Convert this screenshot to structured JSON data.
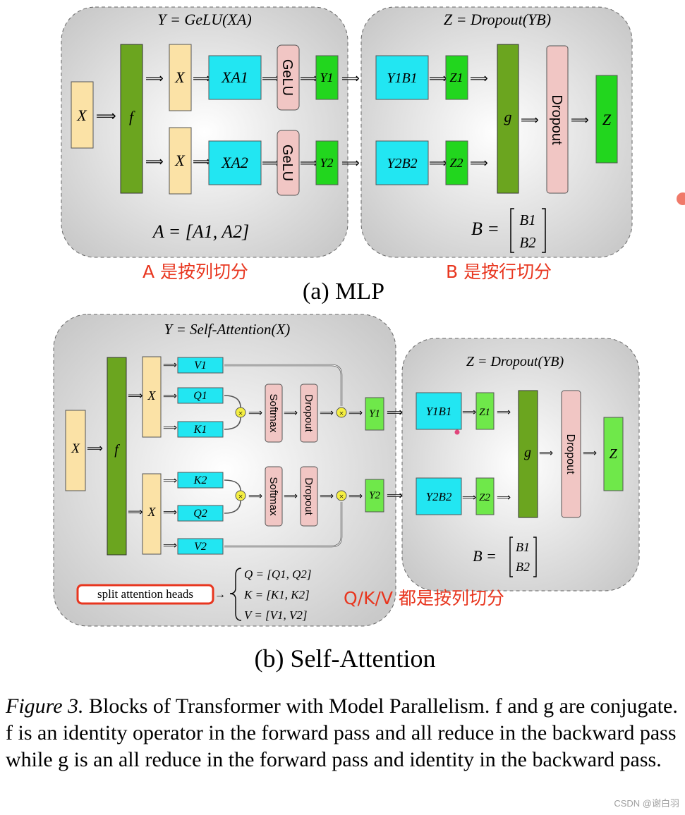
{
  "mlp": {
    "left_title": "Y = GeLU(XA)",
    "right_title": "Z = Dropout(YB)",
    "left_eq": "A = [A1, A2]",
    "right_eq": "B =",
    "x_in": "X",
    "f_label": "f",
    "g_label": "g",
    "x_copy": "X",
    "xa1": "XA1",
    "xa2": "XA2",
    "gelu": "GeLU",
    "y1": "Y1",
    "y2": "Y2",
    "y1b1": "Y1B1",
    "y2b2": "Y2B2",
    "z1": "Z1",
    "z2": "Z2",
    "dropout": "Dropout",
    "z_out": "Z",
    "b1": "B1",
    "b2": "B2",
    "caption": "(a) MLP",
    "note_a": "A 是按列切分",
    "note_b": "B 是按行切分"
  },
  "attn": {
    "left_title": "Y = Self-Attention(X)",
    "right_title": "Z = Dropout(YB)",
    "x_in": "X",
    "f_label": "f",
    "g_label": "g",
    "v1": "V1",
    "q1": "Q1",
    "k1": "K1",
    "k2": "K2",
    "q2": "Q2",
    "v2": "V2",
    "softmax": "Softmax",
    "dropout": "Dropout",
    "y1": "Y1",
    "y2": "Y2",
    "y1b1": "Y1B1",
    "y2b2": "Y2B2",
    "z1": "Z1",
    "z2": "Z2",
    "z_out": "Z",
    "b_eq": "B =",
    "b1": "B1",
    "b2": "B2",
    "split_label": "split attention heads",
    "q_eq": "Q = [Q1, Q2]",
    "k_eq": "K = [K1, K2]",
    "v_eq": "V = [V1, V2]",
    "note_qkv": "Q/K/V 都是按列切分",
    "caption": "(b) Self-Attention"
  },
  "figure_caption": {
    "label": "Figure 3.",
    "text": "Blocks of Transformer with Model Parallelism. f and g are conjugate. f is an identity operator in the forward pass and all reduce in the backward pass while g is an all reduce in the forward pass and identity in the backward pass."
  },
  "watermark": "CSDN @谢白羽",
  "colors": {
    "x_box": "#fbe2a6",
    "f_bar": "#6ba51f",
    "xa_box": "#22e6f2",
    "gelu_box": "#f1c6c4",
    "y_box": "#22d61e",
    "y_box_light": "#6fe84a",
    "note_red": "#e8361f",
    "panel_gray": "#d4d4d4"
  }
}
